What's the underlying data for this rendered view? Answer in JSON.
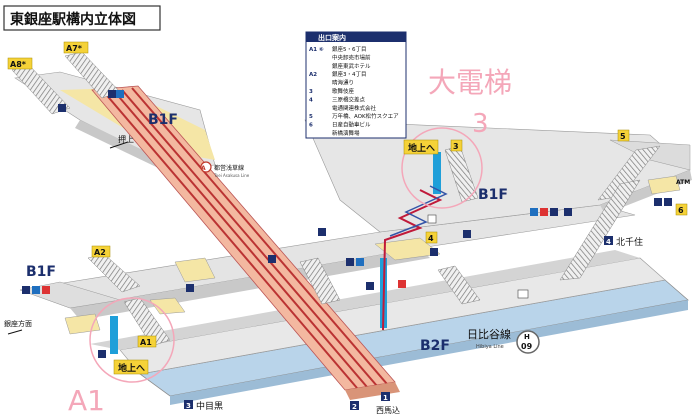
{
  "map_title": "東銀座駅構内立体図",
  "legend": {
    "title": "出口案内",
    "entries": [
      {
        "code": "A1 ⑥",
        "text": "銀座5・6丁目"
      },
      {
        "code": "",
        "text": "中央卸売市場前"
      },
      {
        "code": "",
        "text": "銀座東武ホテル"
      },
      {
        "code": "A2",
        "text": "銀座3・4丁目"
      },
      {
        "code": "",
        "text": "晴海通り"
      },
      {
        "code": "3",
        "text": "歌舞伎座"
      },
      {
        "code": "4",
        "text": "三原橋交差点"
      },
      {
        "code": "",
        "text": "電通関連株式会社"
      },
      {
        "code": "5",
        "text": "万年橋、AOK松竹スクエア"
      },
      {
        "code": "6",
        "text": "日産自動車ビル"
      },
      {
        "code": "",
        "text": "新橋演舞場"
      }
    ]
  },
  "exits": {
    "a8": "A8*",
    "a7": "A7*",
    "a2": "A2",
    "a1": "A1",
    "e3": "3",
    "e4": "4",
    "e5": "5",
    "e6": "6"
  },
  "floors": {
    "b1f_left": "B1F",
    "b1f_center": "B1F",
    "b1f_right": "B1F",
    "b2f": "B2F"
  },
  "signs": {
    "oshiage": "押上",
    "toei_line": "都営浅草線",
    "toei_line_en": "Toei Asakusa Line",
    "chijo_e_top": "地上へ",
    "chijo_e_bottom": "地上へ",
    "ginza_direction": "銀座方面",
    "atm": "ATM",
    "hibiya_line": "日比谷線",
    "hibiya_line_en": "Hibiya Line",
    "hibiya_code_h": "H",
    "hibiya_code_num": "09",
    "kita_senju": "北千住",
    "kita_senju_num": "4",
    "naka_meguro": "中目黒",
    "naka_meguro_num": "3",
    "nishi_magome": "西馬込",
    "nishi_magome_num": "1",
    "track2_num": "2"
  },
  "annotations": {
    "elevator": "大電梯",
    "elevator_num": "3",
    "a1_pink": "A1"
  },
  "colors": {
    "platform_b1": "#f5e6a6",
    "platform_b2": "#b9d4ea",
    "track": "#f3b8a0",
    "elevator": "#1f9fd9",
    "pink": "#f4a7b9",
    "navy": "#1c2f6d"
  }
}
